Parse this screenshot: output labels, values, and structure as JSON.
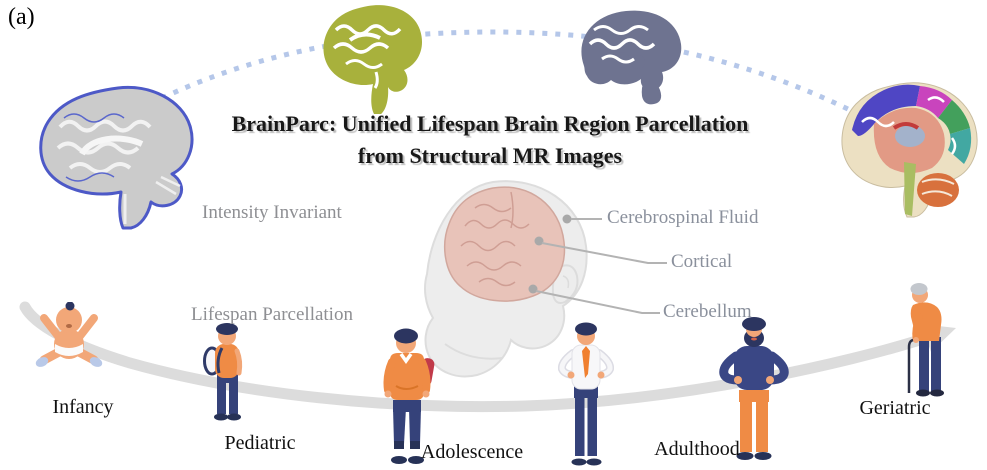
{
  "figure_label": "(a)",
  "title": {
    "line1": "BrainParc: Unified Lifespan Brain Region Parcellation",
    "line2": "from Structural MR Images"
  },
  "annotations": {
    "intensity_invariant": "Intensity Invariant",
    "lifespan_parcellation": "Lifespan Parcellation"
  },
  "head_callouts": [
    {
      "label": "Cerebrospinal Fluid"
    },
    {
      "label": "Cortical"
    },
    {
      "label": "Cerebellum"
    }
  ],
  "lifespan_stages": [
    {
      "label": "Infancy"
    },
    {
      "label": "Pediatric"
    },
    {
      "label": "Adolescence"
    },
    {
      "label": "Adulthood"
    },
    {
      "label": "Geriatric"
    }
  ],
  "figures": [
    "baby-icon",
    "child-with-backpack-icon",
    "teen-with-backpack-icon",
    "man-with-tie-icon",
    "bearded-man-icon",
    "elderly-man-with-cane-icon"
  ],
  "brain_images": [
    "infant-mri-brain-icon",
    "olive-brain-silhouette-icon",
    "slate-brain-silhouette-icon",
    "colorful-parcellation-brain-icon",
    "head-with-brain-icon"
  ],
  "colors": {
    "accent_orange": "#ef8b45",
    "accent_navy": "#35427a",
    "skin": "#f2a778",
    "arrow_gray": "#dcdcdc",
    "dotted_arc_blue": "#b5c7e9",
    "olive_brain": "#a8b13c",
    "slate_brain": "#6e7390",
    "brain_pink": "#e8c3b9",
    "label_gray": "#8e8f93",
    "title_color": "#181818"
  }
}
